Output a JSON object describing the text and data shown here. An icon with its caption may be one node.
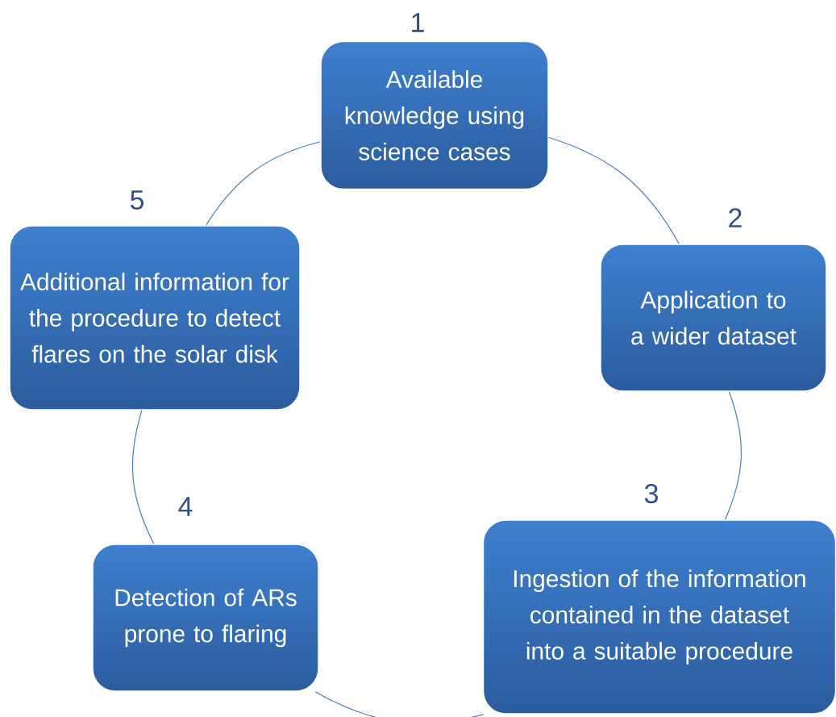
{
  "diagram": {
    "nodes": [
      {
        "text": [
          "Available knowledge using science cases"
        ],
        "beside": [
          "1"
        ]
      },
      {
        "text": [
          "Application to a wider dataset"
        ],
        "beside": [
          "2"
        ]
      },
      {
        "text": [
          "Ingestion of the information contained in the dataset into a suitable procedure"
        ],
        "beside": [
          "3"
        ]
      },
      {
        "text": [
          "Detection of ARs prone to flaring"
        ],
        "beside": [
          "4"
        ]
      },
      {
        "text": [
          "Additional information for the procedure to detect flares on the solar disk"
        ],
        "beside": [
          "5"
        ]
      }
    ],
    "edges": [
      {
        "from": 0,
        "to": 1,
        "arrow": "none"
      },
      {
        "from": 1,
        "to": 2,
        "arrow": "none"
      },
      {
        "from": 2,
        "to": 3,
        "arrow": "none"
      },
      {
        "from": 3,
        "to": 4,
        "arrow": "none"
      },
      {
        "from": 4,
        "to": 0,
        "arrow": "none"
      }
    ]
  }
}
